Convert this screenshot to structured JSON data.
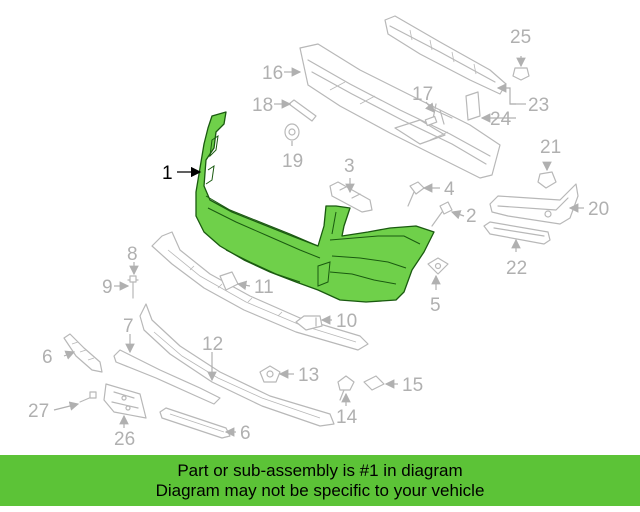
{
  "highlight_color": "#5cc337",
  "part_color": "#6fd04a",
  "callouts": {
    "c1": "1",
    "c2": "2",
    "c3": "3",
    "c4": "4",
    "c5": "5",
    "c6a": "6",
    "c6b": "6",
    "c7": "7",
    "c8": "8",
    "c9": "9",
    "c10": "10",
    "c11": "11",
    "c12": "12",
    "c13": "13",
    "c14": "14",
    "c15": "15",
    "c16": "16",
    "c17": "17",
    "c18": "18",
    "c19": "19",
    "c20": "20",
    "c21": "21",
    "c22": "22",
    "c23": "23",
    "c24": "24",
    "c25": "25",
    "c26": "26",
    "c27": "27"
  },
  "banner": {
    "line1": "Part or sub-assembly is #1 in diagram",
    "line2": "Diagram may not be specific to your vehicle"
  }
}
